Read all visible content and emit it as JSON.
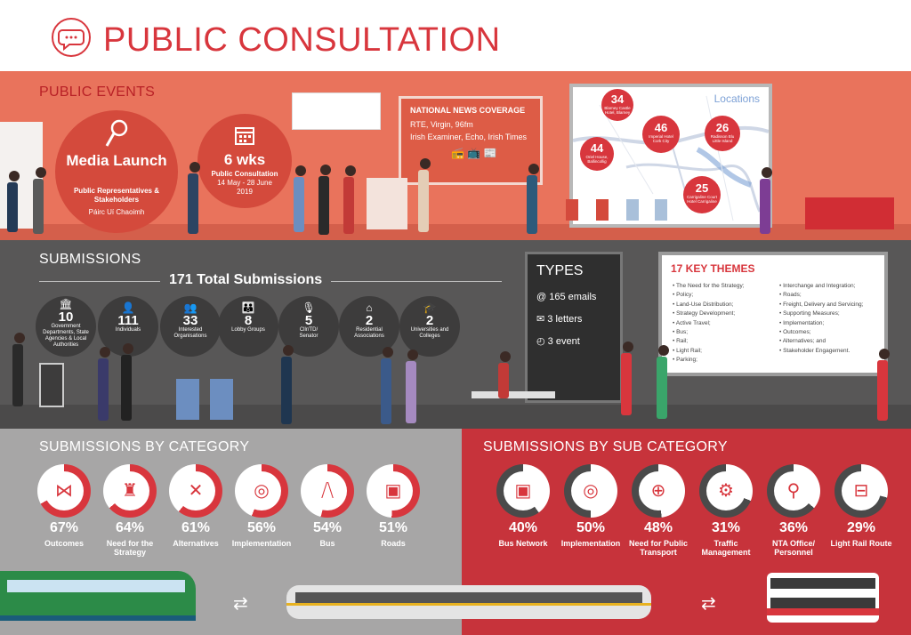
{
  "title": "PUBLIC CONSULTATION",
  "events": {
    "section_title": "PUBLIC EVENTS",
    "media": {
      "title": "Media Launch",
      "sub": "Public Representatives & Stakeholders",
      "venue": "Páirc Uí Chaoimh"
    },
    "consult": {
      "title": "6 wks",
      "sub": "Public Consultation",
      "dates": "14 May - 28 June 2019"
    },
    "news": {
      "heading": "NATIONAL NEWS COVERAGE",
      "line1": "RTE, Virgin, 96fm",
      "line2": "Irish Examiner, Echo, Irish Times"
    },
    "locations": {
      "title": "Locations",
      "items": [
        {
          "count": "34",
          "place": "Blarney Castle Hotel, Blarney"
        },
        {
          "count": "46",
          "place": "Imperial Hotel Cork City"
        },
        {
          "count": "26",
          "place": "Radisson Blu Little Island"
        },
        {
          "count": "44",
          "place": "Oriel House, Ballincollig"
        },
        {
          "count": "25",
          "place": "Carrigaline Court Hotel Carrigaline"
        }
      ]
    }
  },
  "submissions": {
    "section_title": "SUBMISSIONS",
    "total": "171 Total Submissions",
    "groups": [
      {
        "n": "10",
        "label": "Government Departments, State Agencies & Local Authorities"
      },
      {
        "n": "111",
        "label": "Individuals"
      },
      {
        "n": "33",
        "label": "Interested Organisations"
      },
      {
        "n": "8",
        "label": "Lobby Groups"
      },
      {
        "n": "5",
        "label": "Cllr/TD/ Senator"
      },
      {
        "n": "2",
        "label": "Residential Associations"
      },
      {
        "n": "2",
        "label": "Universities and Colleges"
      }
    ],
    "types": {
      "title": "TYPES",
      "emails": "165 emails",
      "letters": "3 letters",
      "event": "3 event"
    },
    "themes": {
      "title": "17 KEY THEMES",
      "col1": [
        "The Need for the Strategy;",
        "Policy;",
        "Land-Use Distribution;",
        "Strategy Development;",
        "Active Travel;",
        "Bus;",
        "Rail;",
        "Light Rail;",
        "Parking;"
      ],
      "col2": [
        "Interchange and Integration;",
        "Roads;",
        "Freight, Delivery and Servicing;",
        "Supporting Measures;",
        "Implementation;",
        "Outcomes;",
        "Alternatives; and",
        "Stakeholder Engagement."
      ]
    }
  },
  "by_category": {
    "section_title": "SUBMISSIONS BY CATEGORY",
    "items": [
      {
        "pct": "67%",
        "value": 67,
        "label": "Outcomes",
        "icon": "share-icon"
      },
      {
        "pct": "64%",
        "value": 64,
        "label": "Need for the Strategy",
        "icon": "castle-icon"
      },
      {
        "pct": "61%",
        "value": 61,
        "label": "Alternatives",
        "icon": "crossroads-icon"
      },
      {
        "pct": "56%",
        "value": 56,
        "label": "Implementation",
        "icon": "target-icon"
      },
      {
        "pct": "54%",
        "value": 54,
        "label": "Bus",
        "icon": "road-icon"
      },
      {
        "pct": "51%",
        "value": 51,
        "label": "Roads",
        "icon": "bus-icon"
      }
    ]
  },
  "by_sub_category": {
    "section_title": "SUBMISSIONS BY SUB CATEGORY",
    "items": [
      {
        "pct": "40%",
        "value": 40,
        "label": "Bus Network",
        "icon": "bus-icon"
      },
      {
        "pct": "50%",
        "value": 50,
        "label": "Implementation",
        "icon": "target-icon"
      },
      {
        "pct": "48%",
        "value": 48,
        "label": "Need for Public Transport",
        "icon": "plus-icon"
      },
      {
        "pct": "31%",
        "value": 31,
        "label": "Traffic Management",
        "icon": "gear-icon"
      },
      {
        "pct": "36%",
        "value": 36,
        "label": "NTA Office/ Personnel",
        "icon": "person-icon"
      },
      {
        "pct": "29%",
        "value": 29,
        "label": "Light Rail Route",
        "icon": "tram-icon"
      }
    ]
  },
  "colors": {
    "red": "#d8363d",
    "dark_red": "#c7333b",
    "track_light": "#ffffff",
    "track_dark": "#4a4a4a"
  }
}
